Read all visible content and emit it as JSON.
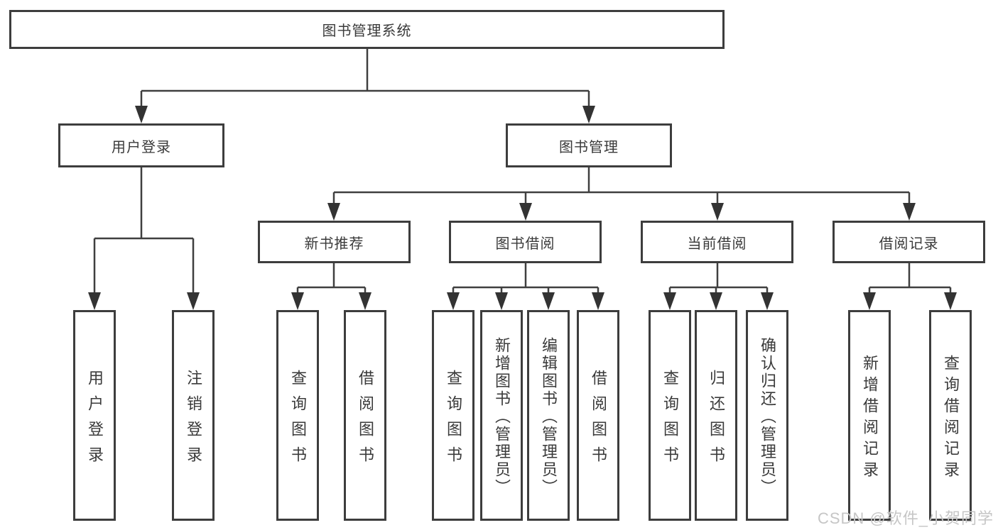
{
  "diagram": {
    "root": "图书管理系统",
    "level2": {
      "left": "用户登录",
      "right": "图书管理"
    },
    "user_login_children": [
      "用户登录",
      "注销登录"
    ],
    "book_mgmt_sections": [
      {
        "label": "新书推荐",
        "children": [
          "查询图书",
          "借阅图书"
        ]
      },
      {
        "label": "图书借阅",
        "children": [
          "查询图书",
          "新增图书（管理员）",
          "编辑图书（管理员）",
          "借阅图书"
        ]
      },
      {
        "label": "当前借阅",
        "children": [
          "查询图书",
          "归还图书",
          "确认归还（管理员）"
        ]
      },
      {
        "label": "借阅记录",
        "children": [
          "新增借阅记录",
          "查询借阅记录"
        ]
      }
    ]
  },
  "watermark": "CSDN @软件_小贺同学",
  "colors": {
    "line": "#3f3f3f",
    "box_border": "#3d3d3d",
    "box_bg": "#ffffff",
    "text": "#3a3a3a",
    "watermark": "#c6c6c6"
  }
}
